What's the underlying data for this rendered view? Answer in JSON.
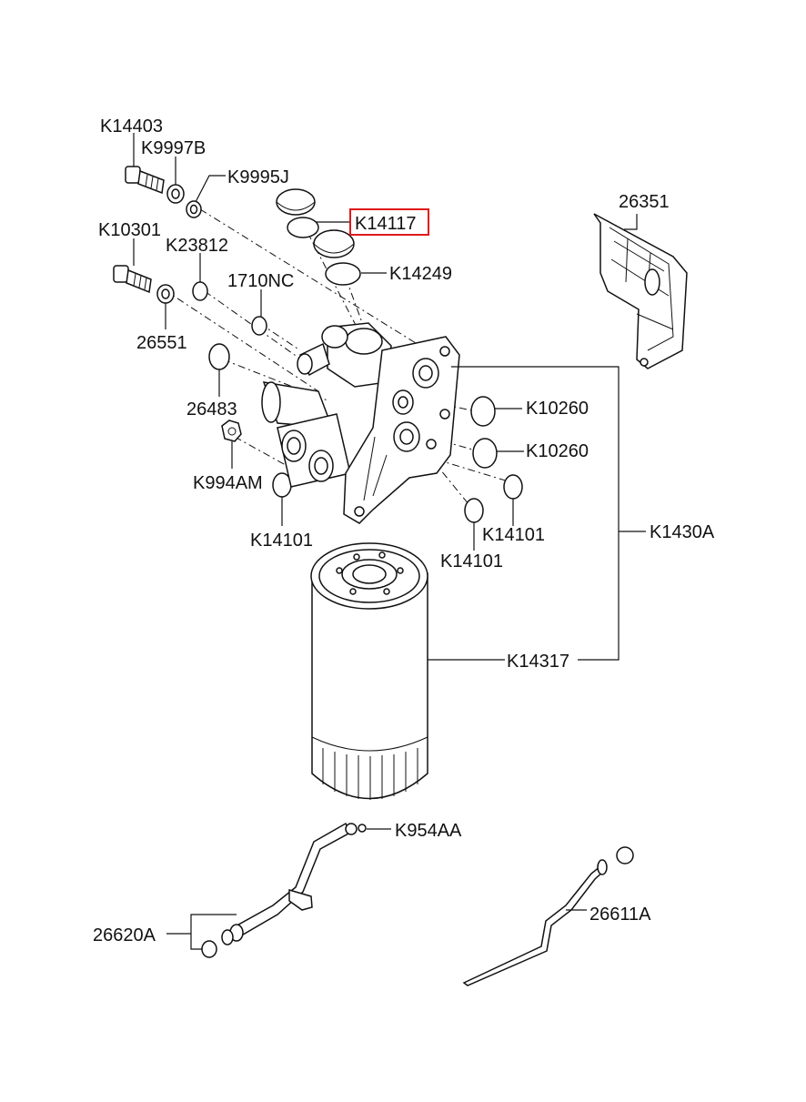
{
  "highlight_color": "#e0191b",
  "labels": {
    "k14403": "K14403",
    "k9997b": "K9997B",
    "k9995j": "K9995J",
    "k14117": "K14117",
    "k14249": "K14249",
    "n26351": "26351",
    "k10301": "K10301",
    "k23812": "K23812",
    "n1710nc": "1710NC",
    "n26551": "26551",
    "n26483": "26483",
    "k10260_a": "K10260",
    "k10260_b": "K10260",
    "k994am": "K994AM",
    "k14101_a": "K14101",
    "k14101_b": "K14101",
    "k14101_c": "K14101",
    "k1430a": "K1430A",
    "k14317": "K14317",
    "k954aa": "K954AA",
    "n26620a": "26620A",
    "n26611a": "26611A"
  }
}
